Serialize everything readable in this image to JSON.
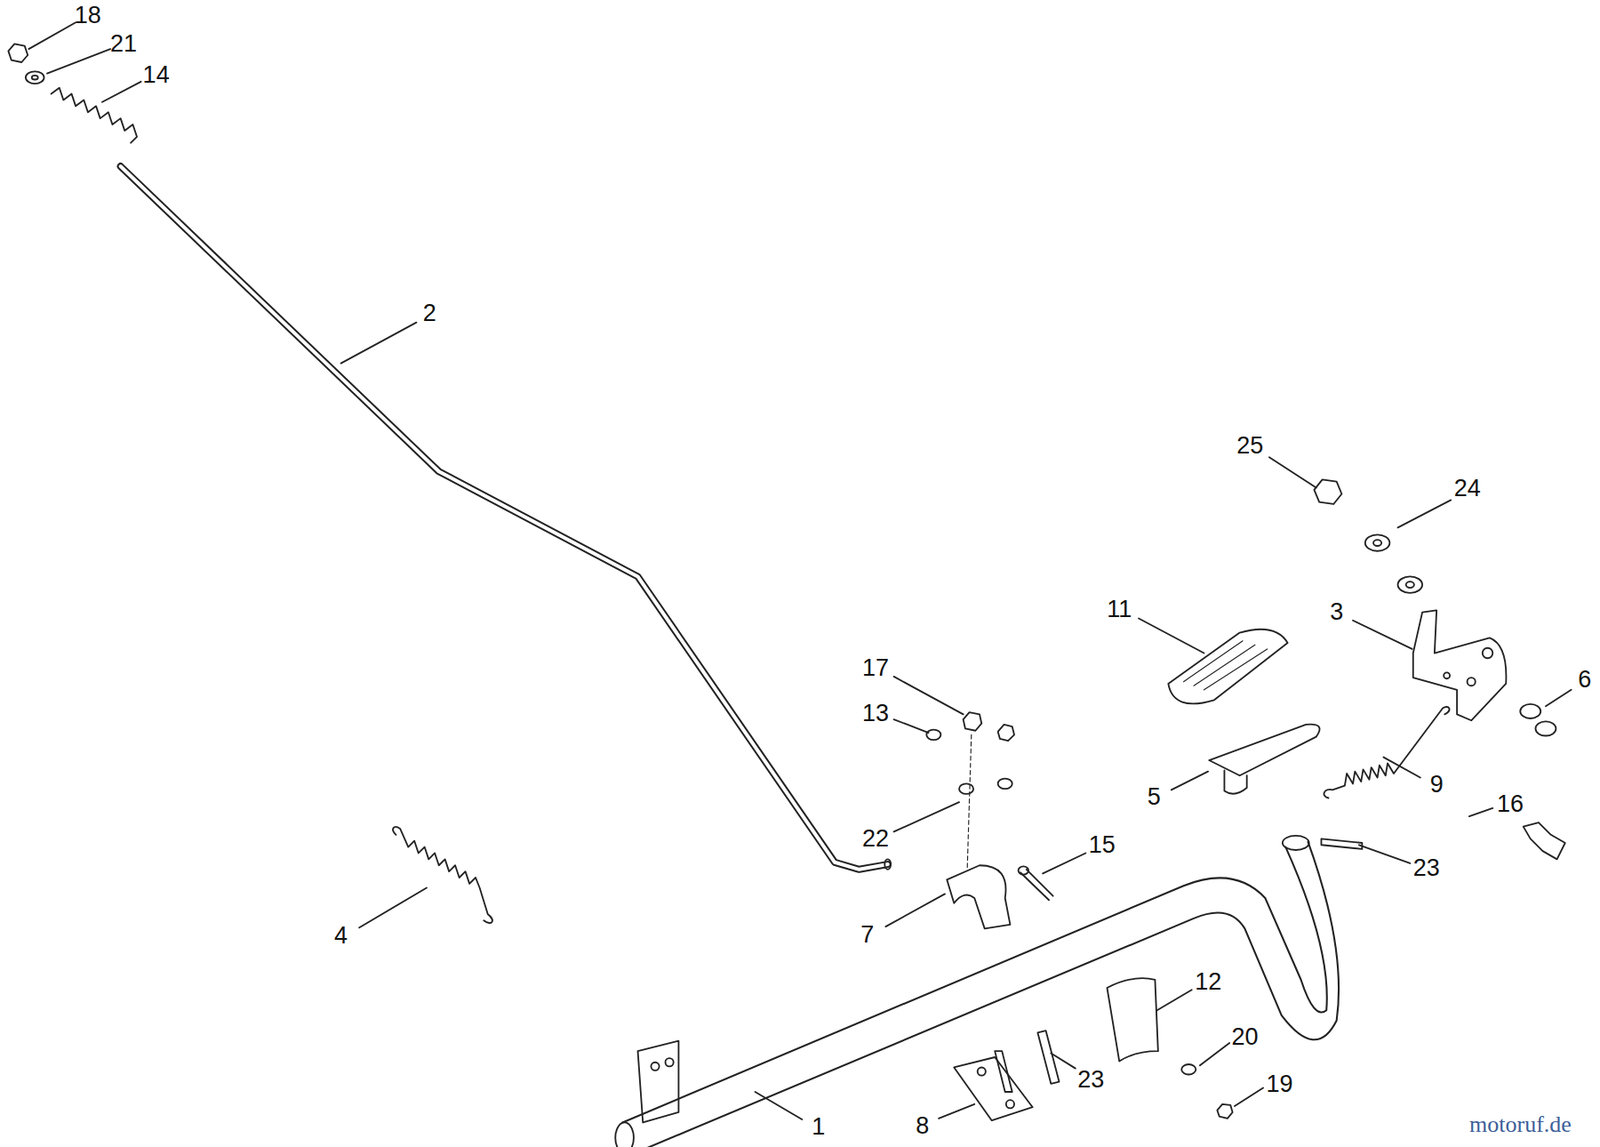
{
  "diagram": {
    "labels": [
      "18",
      "21",
      "14",
      "2",
      "25",
      "24",
      "11",
      "3",
      "17",
      "6",
      "13",
      "9",
      "5",
      "16",
      "22",
      "15",
      "23",
      "4",
      "7",
      "12",
      "20",
      "23",
      "19",
      "1",
      "8",
      "motoruf.de"
    ]
  }
}
